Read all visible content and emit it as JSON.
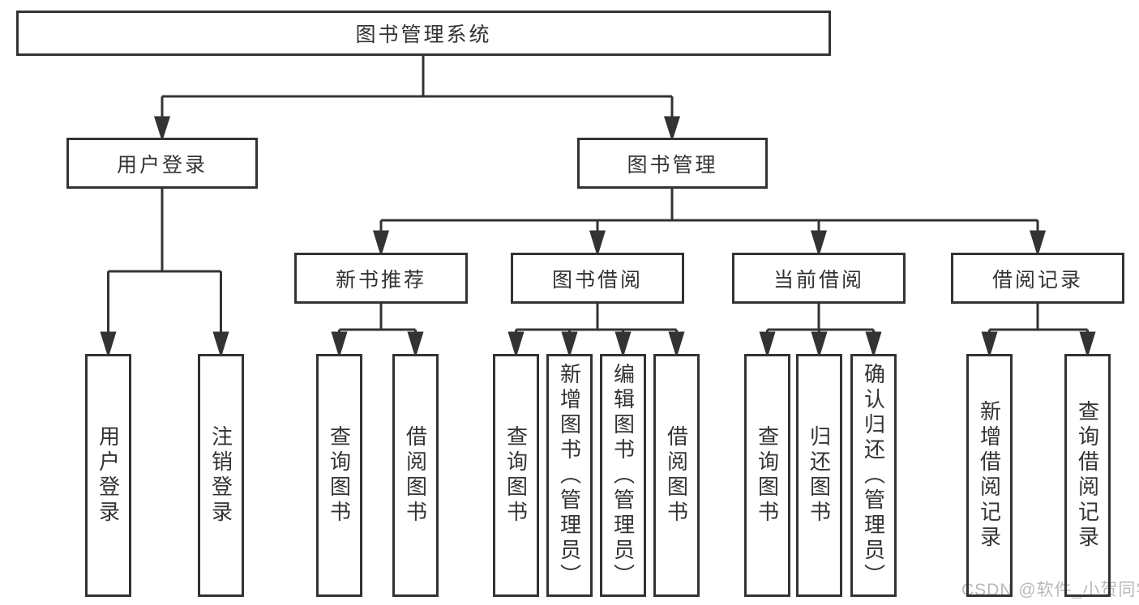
{
  "colors": {
    "line": "#333333",
    "text": "#333333",
    "box_background": "#ffffff",
    "page_background": "#ffffff",
    "watermark": "#b9b9b9"
  },
  "watermark": {
    "text": "CSDN @软件_小贺同学"
  },
  "tree": {
    "label": "图书管理系统",
    "children": [
      {
        "label": "用户登录",
        "children": [
          {
            "label": "用户登录"
          },
          {
            "label": "注销登录"
          }
        ]
      },
      {
        "label": "图书管理",
        "children": [
          {
            "label": "新书推荐",
            "children": [
              {
                "label": "查询图书"
              },
              {
                "label": "借阅图书"
              }
            ]
          },
          {
            "label": "图书借阅",
            "children": [
              {
                "label": "查询图书"
              },
              {
                "label": "新增图书（管理员）"
              },
              {
                "label": "编辑图书（管理员）"
              },
              {
                "label": "借阅图书"
              }
            ]
          },
          {
            "label": "当前借阅",
            "children": [
              {
                "label": "查询图书"
              },
              {
                "label": "归还图书"
              },
              {
                "label": "确认归还（管理员）"
              }
            ]
          },
          {
            "label": "借阅记录",
            "children": [
              {
                "label": "新增借阅记录"
              },
              {
                "label": "查询借阅记录"
              }
            ]
          }
        ]
      }
    ]
  }
}
